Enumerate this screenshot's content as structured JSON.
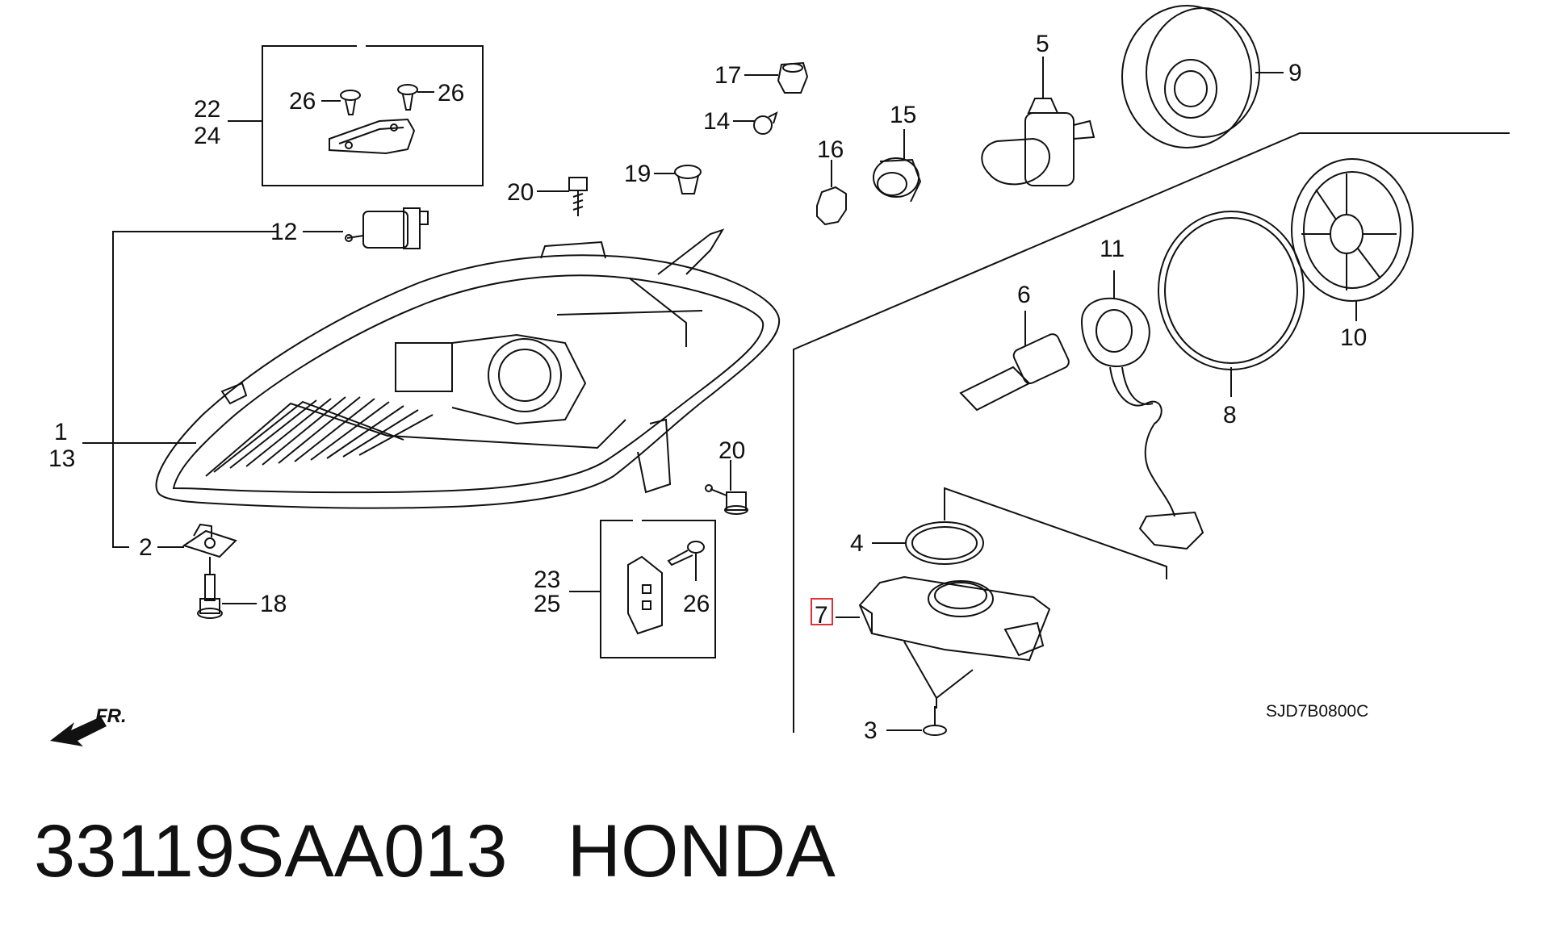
{
  "diagram": {
    "callouts": {
      "c1": "1",
      "c13": "13",
      "c2": "2",
      "c18": "18",
      "c22": "22",
      "c24": "24",
      "c26a": "26",
      "c26b": "26",
      "c26c": "26",
      "c12": "12",
      "c20a": "20",
      "c20b": "20",
      "c17": "17",
      "c14": "14",
      "c19": "19",
      "c16": "16",
      "c15": "15",
      "c5": "5",
      "c9": "9",
      "c6": "6",
      "c11": "11",
      "c8": "8",
      "c10": "10",
      "c4": "4",
      "c7": "7",
      "c3": "3",
      "c23": "23",
      "c25": "25"
    },
    "front_arrow_label": "FR.",
    "diagram_code": "SJD7B0800C",
    "highlight_color": "#e0303a"
  },
  "footer": {
    "part_number": "33119SAA013",
    "brand": "HONDA"
  }
}
